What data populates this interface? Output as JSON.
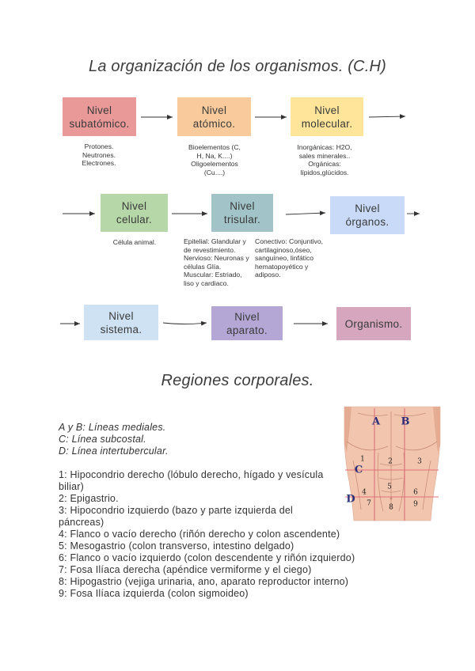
{
  "title": "La organización de los organismos. (C.H)",
  "levels": [
    {
      "line1": "Nivel",
      "line2": "subatómico.",
      "color": "#ea9999"
    },
    {
      "line1": "Nivel",
      "line2": "atómico.",
      "color": "#f9cb9c"
    },
    {
      "line1": "Nivel",
      "line2": "molecular.",
      "color": "#ffe599"
    },
    {
      "line1": "Nivel",
      "line2": "celular.",
      "color": "#b6d7a8"
    },
    {
      "line1": "Nivel",
      "line2": "trisular.",
      "color": "#a2c4c9"
    },
    {
      "line1": "Nivel",
      "line2": "órganos.",
      "color": "#c9daf8"
    },
    {
      "line1": "Nivel",
      "line2": "sistema.",
      "color": "#cfe2f3"
    },
    {
      "line1": "Nivel",
      "line2": "aparato.",
      "color": "#b4a7d6"
    },
    {
      "line1": "Organismo.",
      "color": "#d5a6bd"
    }
  ],
  "notes": {
    "subatomic": [
      "Protones.",
      "Neutrones.",
      "Electrones."
    ],
    "atomic": [
      "Bioelementos (C,",
      "H, Na, K....)",
      "Oligoelementos",
      "(Cu....)"
    ],
    "molecular": [
      "Inorgánicas: H2O,",
      "sales minerales..",
      "Orgánicas:",
      "lípidos,glúcidos."
    ],
    "cellular": [
      "Célula animal."
    ],
    "tissue_left": [
      "Epitelial: Glandular y",
      "de revestimiento.",
      "Nervioso: Neuronas y",
      "células Glía.",
      "Muscular: Estriado,",
      "liso y cardiaco."
    ],
    "tissue_right": [
      "Conectivo: Conjuntivo,",
      "cartilaginoso,óseo,",
      "sanguíneo, linfático",
      "hematopoyético y",
      "adiposo."
    ]
  },
  "regions": {
    "title": "Regiones corporales.",
    "legend": [
      "A y B: Líneas mediales.",
      "C: Línea subcostal.",
      "D: Línea intertubercular."
    ],
    "lines": [
      "1: Hipocondrio derecho (lóbulo derecho, hígado y vesícula",
      "biliar)",
      "2: Epigastrio.",
      "3: Hipocondrio izquierdo (bazo y parte izquierda del",
      "páncreas)",
      "4: Flanco o vacío derecho (riñón derecho y colon ascendente)",
      "5: Mesogastrio (colon transverso, intestino delgado)",
      "6: Flanco o vacío izquierdo (colon descendente y riñón izquierdo)",
      "7: Fosa Ilíaca derecha (apéndice vermiforme y el ciego)",
      "8: Hipogastrio (vejiga urinaria, ano, aparato reproductor interno)",
      "9: Fosa Ilíaca izquierda (colon sigmoideo)"
    ]
  },
  "figure": {
    "line_labels": [
      "A",
      "B",
      "C",
      "D"
    ],
    "region_numbers": [
      "1",
      "2",
      "3",
      "4",
      "5",
      "6",
      "7",
      "8",
      "9"
    ]
  }
}
